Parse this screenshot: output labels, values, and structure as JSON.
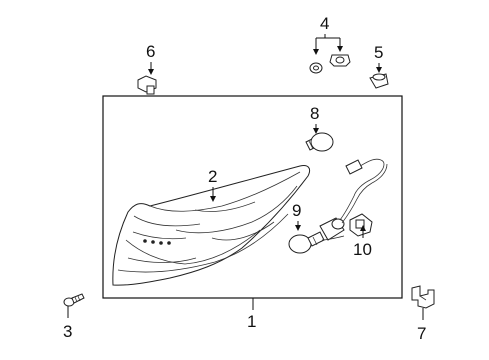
{
  "diagram": {
    "callouts": [
      {
        "id": "1",
        "part": "tail-lamp-assembly"
      },
      {
        "id": "2",
        "part": "lens-housing"
      },
      {
        "id": "3",
        "part": "screw"
      },
      {
        "id": "4",
        "part": "nut-and-grommet"
      },
      {
        "id": "5",
        "part": "grommet"
      },
      {
        "id": "6",
        "part": "bolt"
      },
      {
        "id": "7",
        "part": "clip"
      },
      {
        "id": "8",
        "part": "bulb-upper"
      },
      {
        "id": "9",
        "part": "bulb-lower"
      },
      {
        "id": "10",
        "part": "socket-and-wiring"
      }
    ]
  }
}
